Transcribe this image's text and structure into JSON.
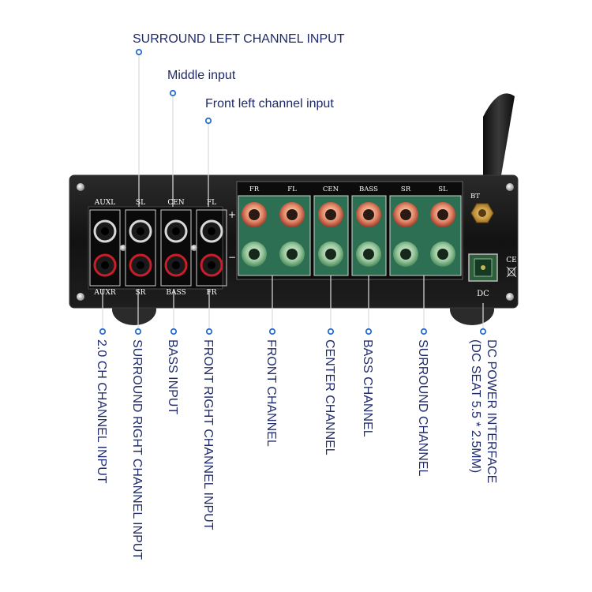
{
  "colors": {
    "callout_text": "#1f2a6b",
    "callout_line": "#dddddd",
    "callout_dot": "#2a6fd0",
    "chassis": "#151515",
    "pcb_green": "#2c6f52",
    "rca_red": "#c81e2a",
    "rca_white": "#e8e8e8"
  },
  "top_labels": [
    {
      "text": "SURROUND LEFT CHANNEL INPUT"
    },
    {
      "text": "Middle input"
    },
    {
      "text": "Front left channel input"
    }
  ],
  "bottom_labels": [
    {
      "text": "2.0 CH CHANNEL INPUT"
    },
    {
      "text": "SURROUND RIGHT CHANNEL INPUT"
    },
    {
      "text": "BASS INPUT"
    },
    {
      "text": "FRONT RIGHT CHANNEL INPUT"
    },
    {
      "text": "FRONT CHANNEL"
    },
    {
      "text": "CENTER CHANNEL"
    },
    {
      "text": "BASS CHANNEL"
    },
    {
      "text": "SURROUND CHANNEL"
    },
    {
      "text": "DC POWER INTERFACE"
    },
    {
      "text": "(DC SEAT 5.5 * 2.5MM)"
    }
  ],
  "panel": {
    "rca_top_labels": [
      "AUXL",
      "SL",
      "CEN",
      "FL"
    ],
    "rca_bottom_labels": [
      "AUXR",
      "SR",
      "BASS",
      "FR"
    ],
    "speaker_labels": [
      "FR",
      "FL",
      "CEN",
      "BASS",
      "SR",
      "SL"
    ],
    "plus": "+",
    "minus": "−",
    "bt_label": "BT",
    "dc_label": "DC",
    "ce_mark": "CE"
  }
}
